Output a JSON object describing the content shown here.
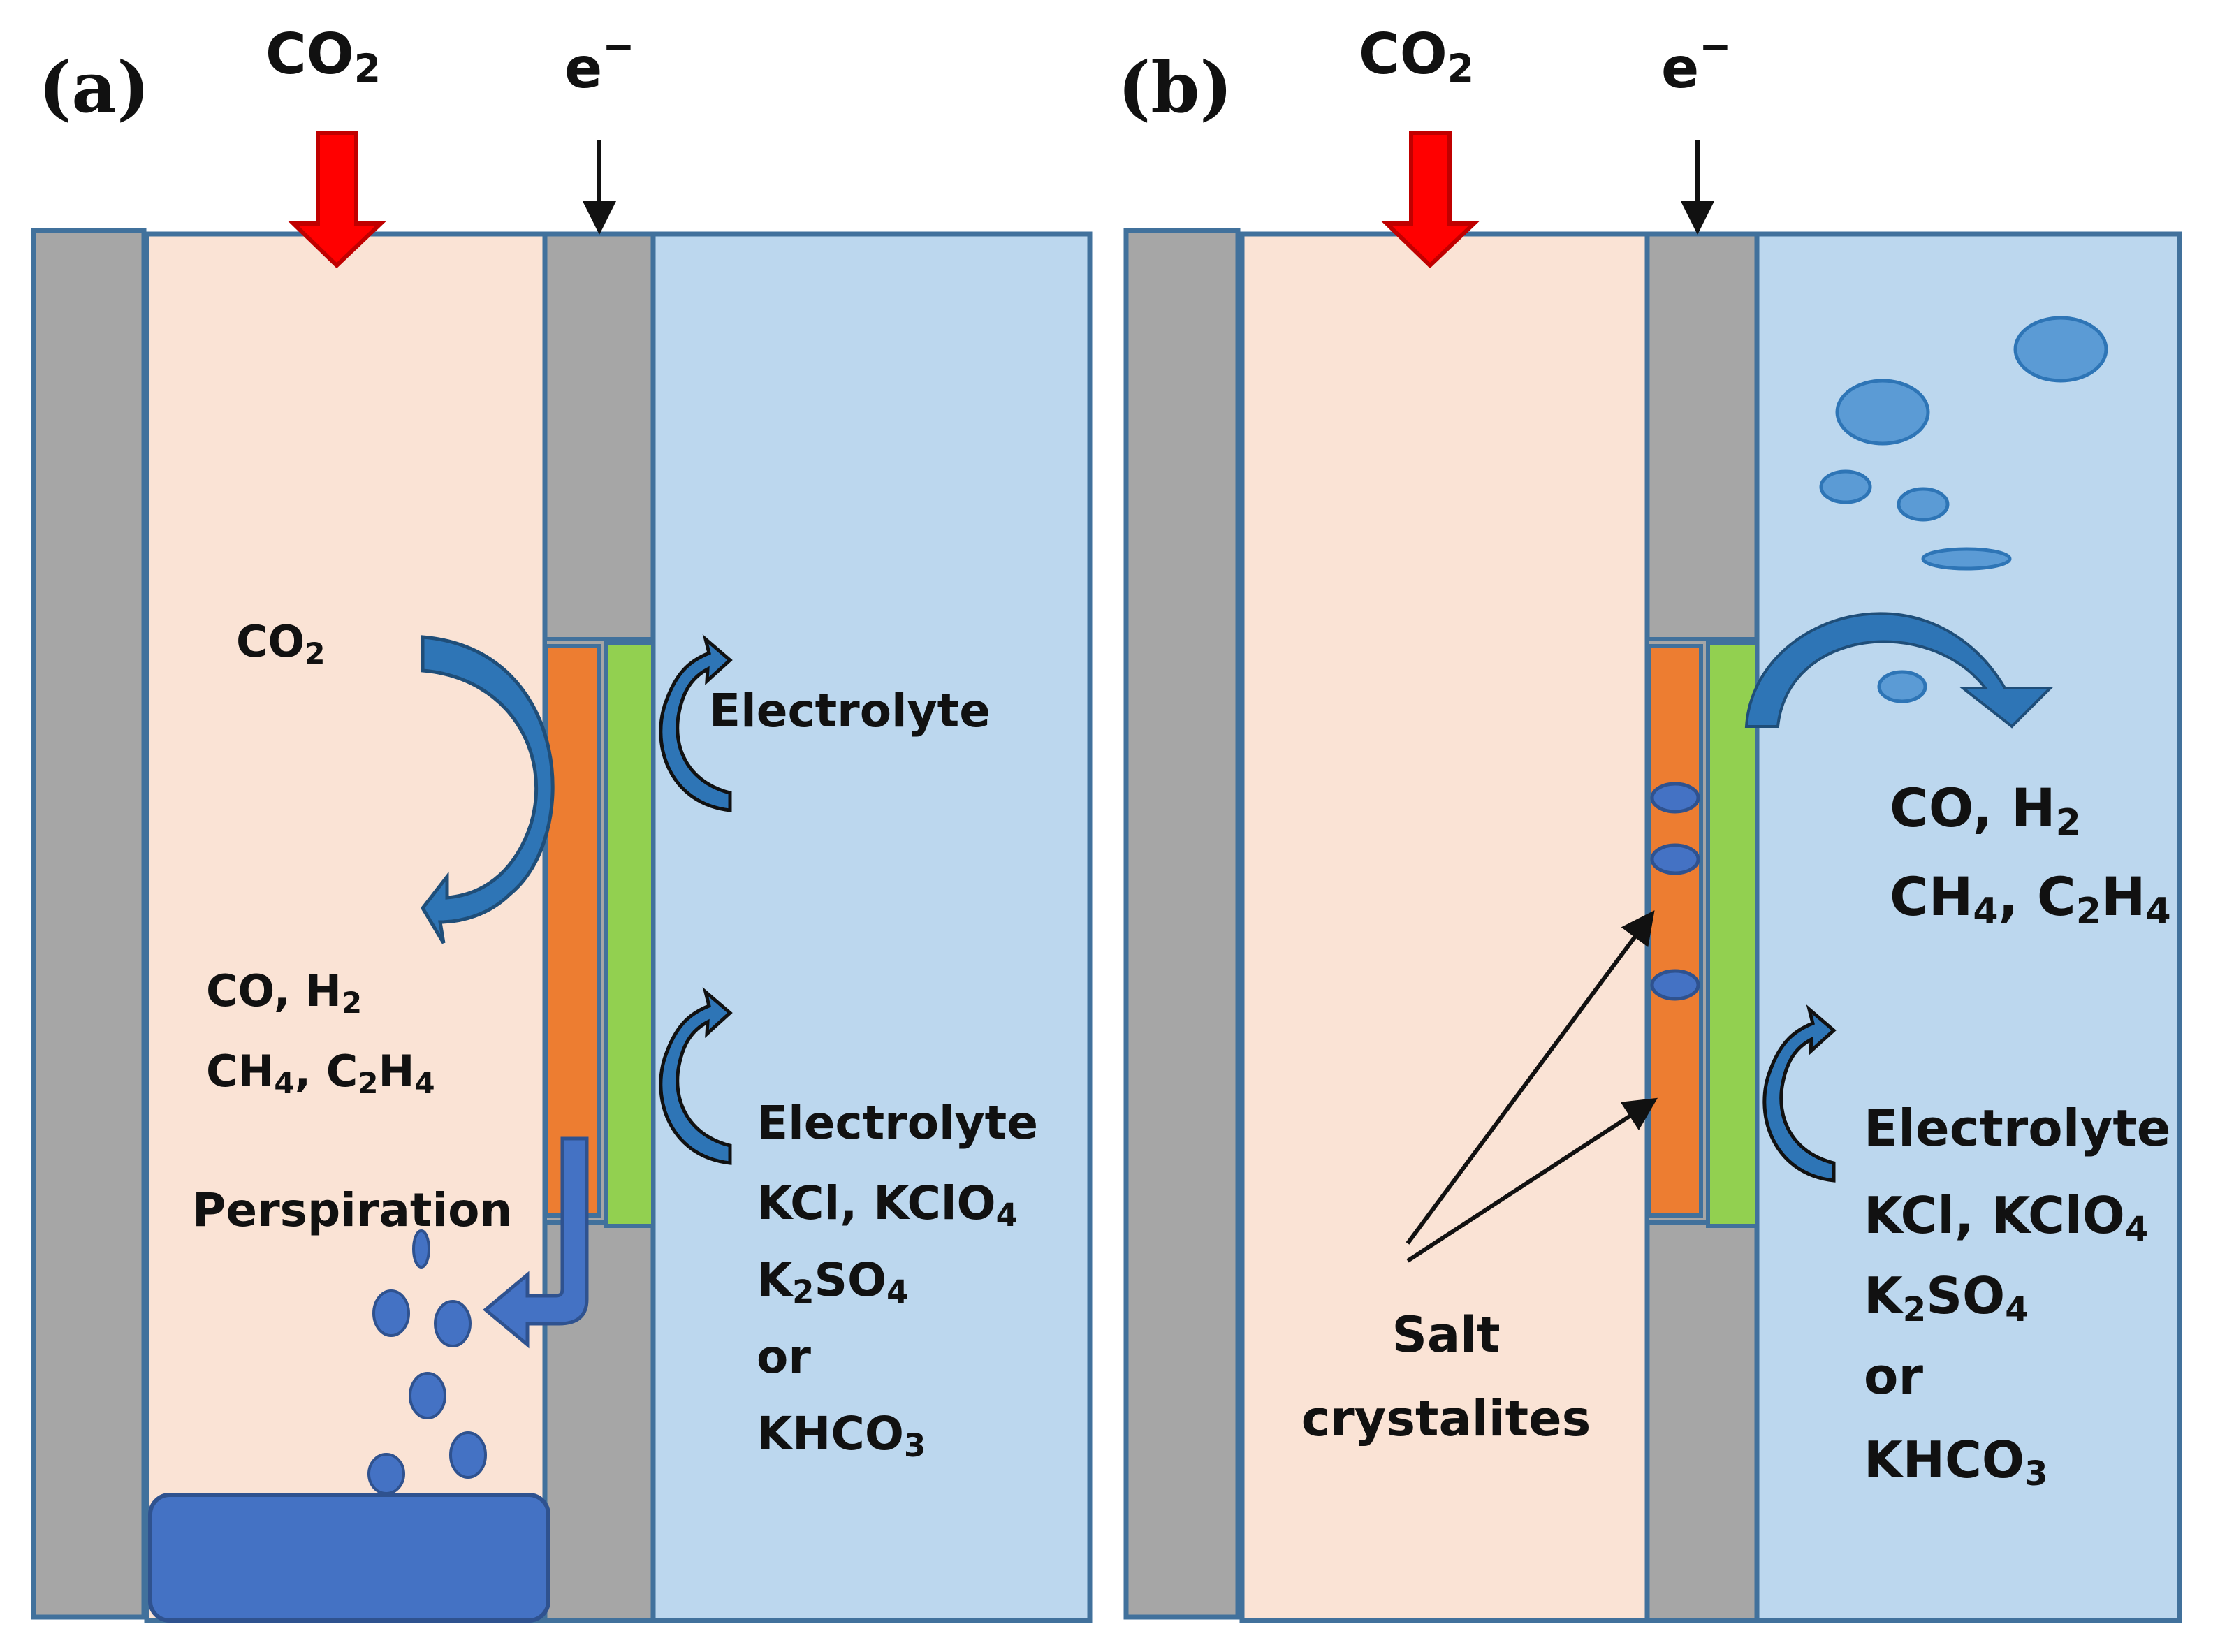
{
  "colors": {
    "frame_outline": "#41719c",
    "gray_plate": "#a6a6a6",
    "gas_chamber": "#fae3d5",
    "electrolyte_chamber": "#bcd7ee",
    "catalyst_orange": "#ed7d31",
    "membrane_green": "#92d050",
    "co2_arrow_red": "#ff0000",
    "blue_arrow": "#2e75b6",
    "droplet_blue": "#4472c4",
    "bubble_blue": "#5b9bd5"
  },
  "panel_a": {
    "tag": "(a)",
    "co2_input": {
      "main": "CO",
      "sub": "2"
    },
    "electron_input": {
      "main": "e",
      "sup": "−"
    },
    "co2_reactant": {
      "main": "CO",
      "sub": "2"
    },
    "products_line1": {
      "p1": "CO, H",
      "s1": "2"
    },
    "products_line2": {
      "p1": "CH",
      "s1": "4",
      "p2": ", C",
      "s2": "2",
      "p3": "H",
      "s3": "4"
    },
    "electrolyte_label": "Electrolyte",
    "perspiration_label": "Perspiration",
    "electrolyte_list": {
      "title": "Electrolyte",
      "line2": {
        "p1": "KCl, KClO",
        "s1": "4"
      },
      "line3": {
        "p1": "K",
        "s1": "2",
        "p2": "SO",
        "s2": "4"
      },
      "line4": "or",
      "line5": {
        "p1": "KHCO",
        "s1": "3"
      }
    }
  },
  "panel_b": {
    "tag": "(b)",
    "co2_input": {
      "main": "CO",
      "sub": "2"
    },
    "electron_input": {
      "main": "e",
      "sup": "−"
    },
    "products_line1": {
      "p1": "CO, H",
      "s1": "2"
    },
    "products_line2": {
      "p1": "CH",
      "s1": "4",
      "p2": ", C",
      "s2": "2",
      "p3": "H",
      "s3": "4"
    },
    "salt_label_line1": "Salt",
    "salt_label_line2": "crystalites",
    "electrolyte_list": {
      "title": "Electrolyte",
      "line2": {
        "p1": "KCl, KClO",
        "s1": "4"
      },
      "line3": {
        "p1": "K",
        "s1": "2",
        "p2": "SO",
        "s2": "4"
      },
      "line4": "or",
      "line5": {
        "p1": "KHCO",
        "s1": "3"
      }
    }
  }
}
